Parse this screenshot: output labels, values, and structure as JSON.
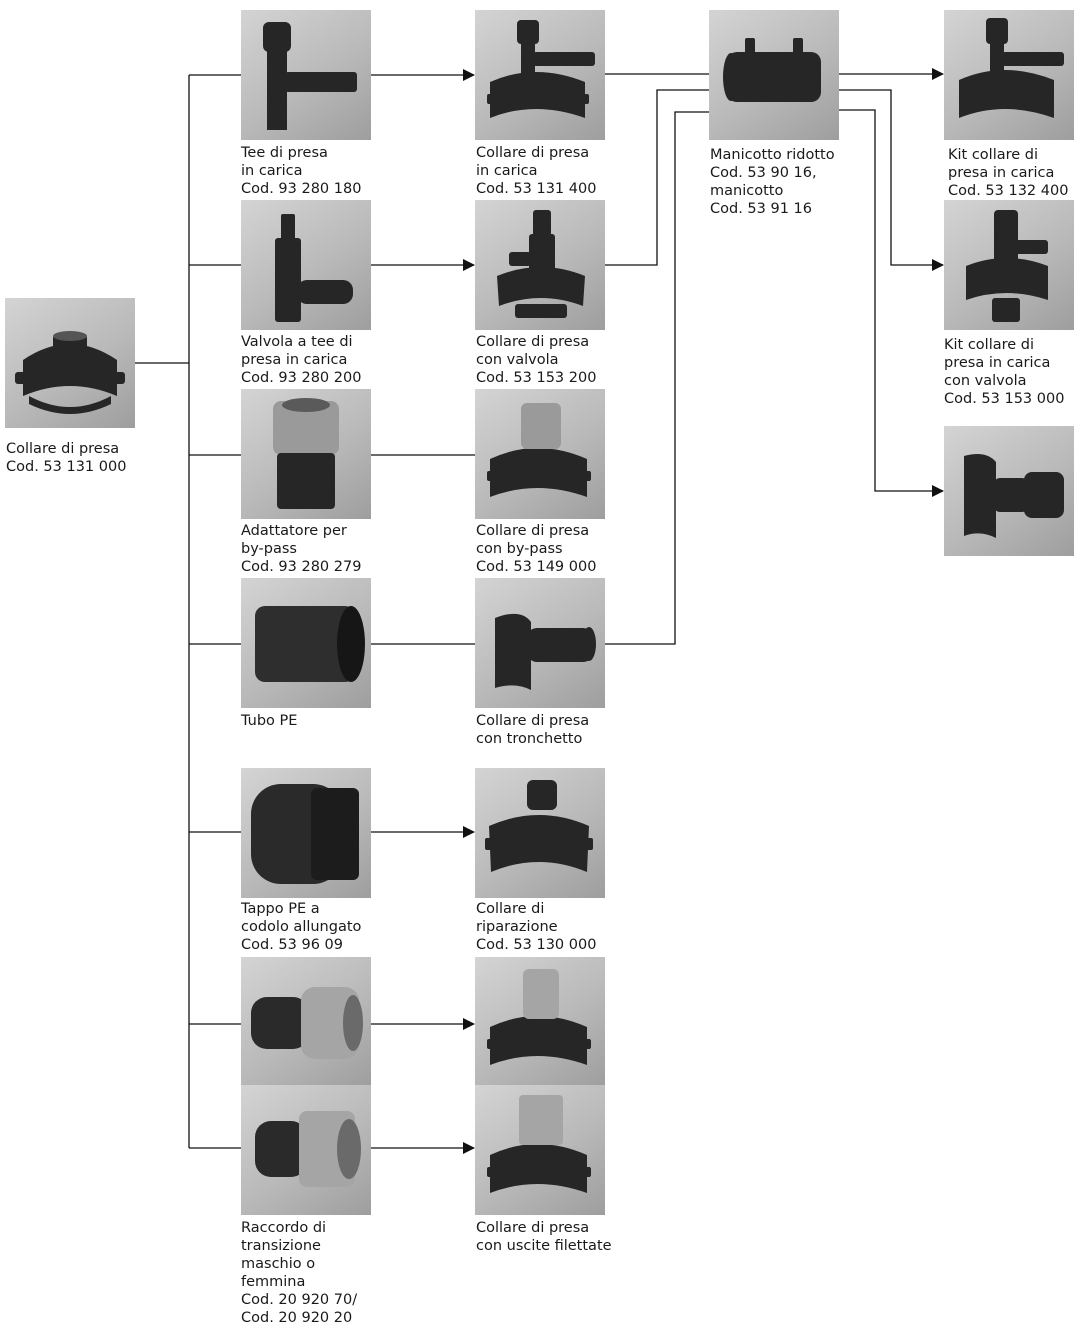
{
  "source": {
    "caption": "Collare di presa\nCod. 53 131 000"
  },
  "options": [
    {
      "accessory": "Tee di presa\nin carica\nCod. 93 280 180",
      "result": "Collare di presa\nin carica\nCod. 53 131 400",
      "accessory_icon": "tee-icon",
      "result_icon": "saddle-tee-icon"
    },
    {
      "accessory": "Valvola a tee di\npresa in carica\nCod. 93 280 200",
      "result": "Collare di presa\ncon valvola\nCod. 53 153 200",
      "accessory_icon": "valve-tee-icon",
      "result_icon": "saddle-valve-icon"
    },
    {
      "accessory": "Adattatore per\nby-pass\nCod. 93 280 279",
      "result": "Collare di presa\ncon by-pass\nCod. 53 149 000",
      "accessory_icon": "adapter-icon",
      "result_icon": "saddle-bypass-icon"
    },
    {
      "accessory": "Tubo PE",
      "result": "Collare di presa\ncon tronchetto",
      "accessory_icon": "pipe-icon",
      "result_icon": "saddle-spigot-icon"
    },
    {
      "accessory": "Tappo PE a\ncodolo allungato\nCod. 53 96 09",
      "result": "Collare di\nriparazione\nCod. 53 130 000",
      "accessory_icon": "cap-icon",
      "result_icon": "saddle-repair-icon"
    },
    {
      "accessory": "",
      "result": "",
      "accessory_icon": "male-adapter-icon",
      "result_icon": "saddle-male-thread-icon"
    },
    {
      "accessory": "Raccordo di\ntransizione\nmaschio o\nfemmina\nCod. 20 920 70/\nCod. 20 920 20",
      "result": "Collare di presa\ncon uscite filettate",
      "accessory_icon": "female-adapter-icon",
      "result_icon": "saddle-female-thread-icon"
    }
  ],
  "coupler": {
    "caption": "Manicotto ridotto\nCod. 53 90 16,\nmanicotto\nCod. 53 91 16",
    "icon": "coupler-icon"
  },
  "kits": [
    {
      "caption": "Kit collare di\npresa in carica\nCod. 53 132 400",
      "icon": "kit-tee-icon"
    },
    {
      "caption": "Kit collare di\npresa in carica\ncon valvola\nCod. 53 153 000",
      "icon": "kit-valve-icon"
    },
    {
      "caption": "",
      "icon": "kit-spigot-icon"
    }
  ]
}
